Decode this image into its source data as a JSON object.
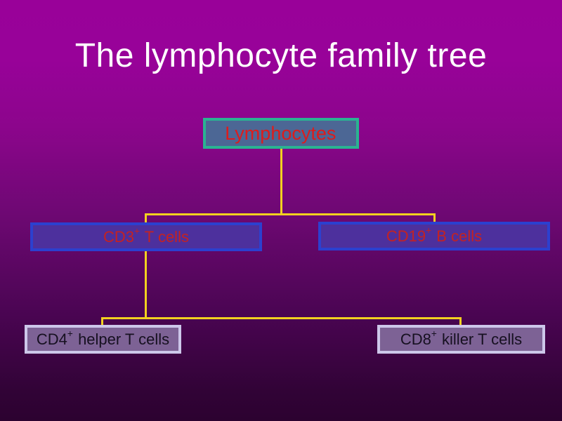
{
  "slide": {
    "title": "The lymphocyte family tree",
    "title_color": "#ffffff",
    "background": {
      "top": "#990199",
      "middle": "#6f0874",
      "bottom": "#2c0230"
    },
    "connector_color": "#f2d11f",
    "tree": {
      "root": {
        "label": "Lymphocytes",
        "sup": "",
        "rest": "",
        "fill": "#4c6795",
        "border": "#2ab392",
        "text_color": "#dd1c1c"
      },
      "level2": [
        {
          "label": "CD3",
          "sup": "+",
          "rest": " T cells",
          "fill": "#4d309d",
          "border": "#2c40cf",
          "text_color": "#c42222"
        },
        {
          "label": "CD19",
          "sup": "+",
          "rest": " B cells",
          "fill": "#4d309d",
          "border": "#2c40cf",
          "text_color": "#c42222"
        }
      ],
      "level3": [
        {
          "label": "CD4",
          "sup": "+",
          "rest": " helper T cells",
          "fill": "#7d6295",
          "border": "#cdc7ea",
          "text_color": "#161020"
        },
        {
          "label": "CD8",
          "sup": "+",
          "rest": " killer T cells",
          "fill": "#7d6295",
          "border": "#cdc7ea",
          "text_color": "#161020"
        }
      ]
    }
  }
}
